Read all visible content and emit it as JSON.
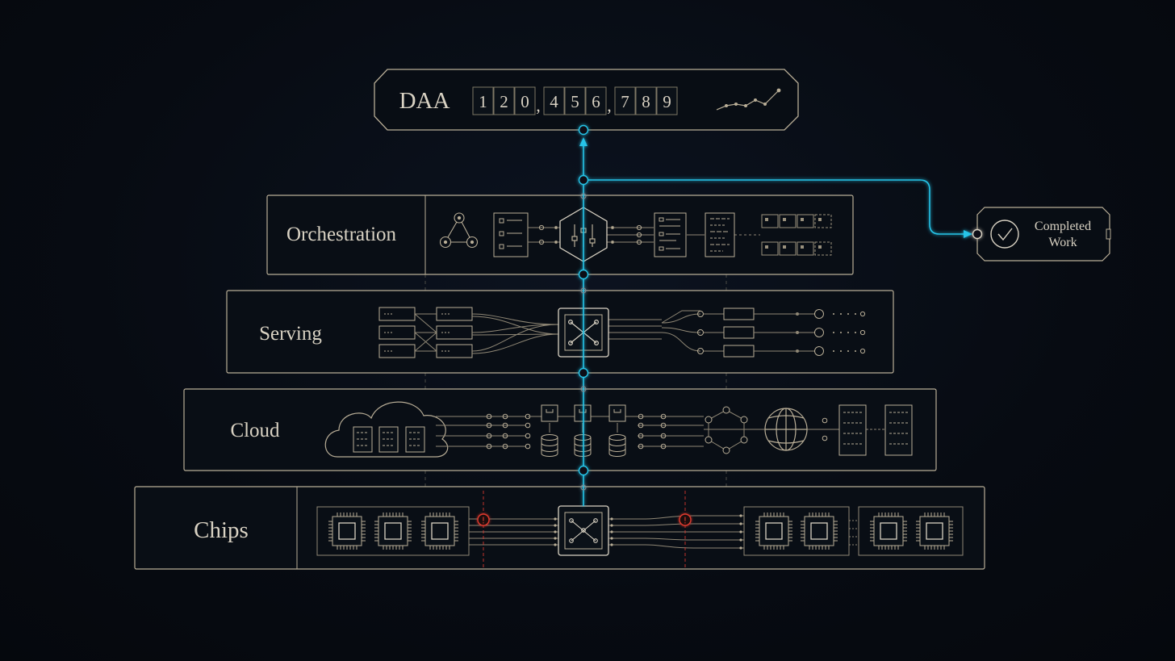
{
  "colors": {
    "background": "#070b12",
    "frame": "#b9ae97",
    "frame_dim": "#6f6857",
    "accent": "#25c4e8",
    "alert": "#e03a2f",
    "text": "#d9d2c3"
  },
  "metric": {
    "label": "DAA",
    "digits": [
      "1",
      "2",
      "0",
      ",",
      "4",
      "5",
      "6",
      ",",
      "7",
      "8",
      "9"
    ],
    "sparkline_icon": "sparkline-icon"
  },
  "outcome": {
    "line1": "Completed",
    "line2": "Work",
    "icon": "checkmark-icon"
  },
  "layers": [
    {
      "id": "orchestration",
      "label": "Orchestration"
    },
    {
      "id": "serving",
      "label": "Serving"
    },
    {
      "id": "cloud",
      "label": "Cloud"
    },
    {
      "id": "chips",
      "label": "Chips"
    }
  ],
  "alerts": {
    "symbol": "!"
  },
  "icons": {
    "workflow": "workflow-graph-icon",
    "control": "control-hub-icon",
    "router": "router-switch-icon",
    "cloud": "cloud-servers-icon",
    "database": "database-icon",
    "globe": "globe-icon",
    "chip": "chip-icon"
  }
}
